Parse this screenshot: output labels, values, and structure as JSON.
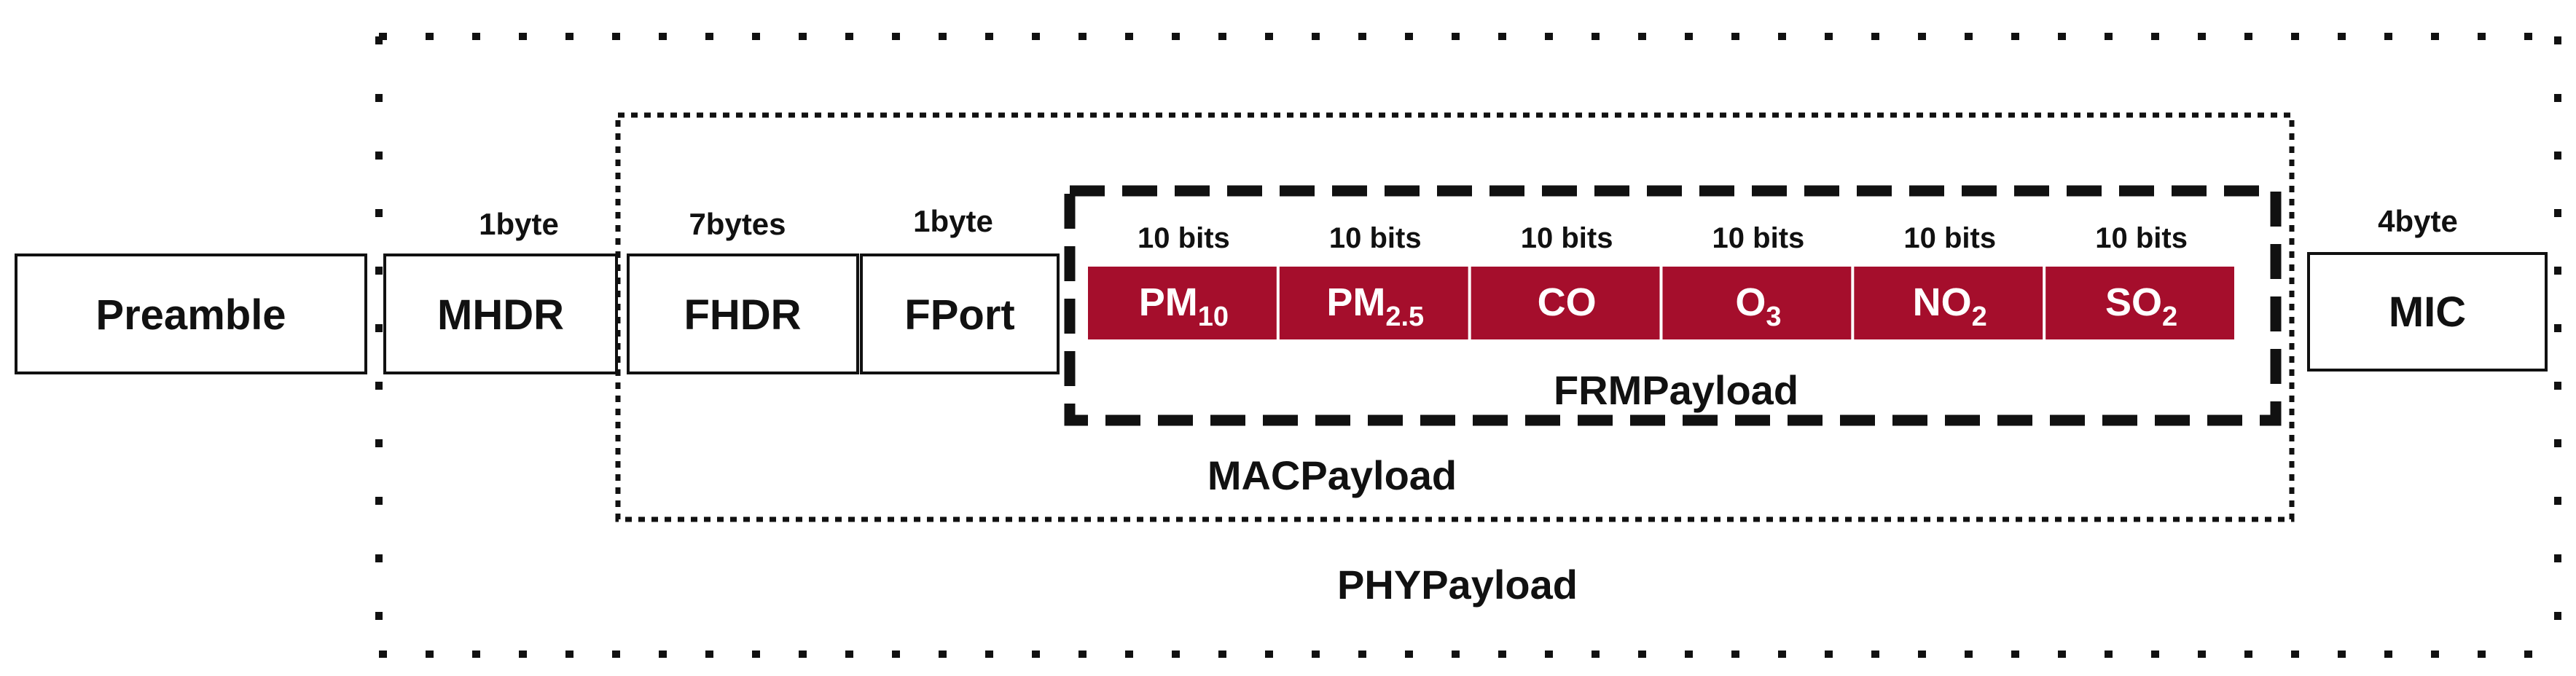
{
  "preamble": "Preamble",
  "fields": {
    "mhdr": {
      "name": "MHDR",
      "size": "1byte"
    },
    "fhdr": {
      "name": "FHDR",
      "size": "7bytes"
    },
    "fport": {
      "name": "FPort",
      "size": "1byte"
    },
    "mic": {
      "name": "MIC",
      "size": "4byte"
    }
  },
  "frm_payload": {
    "label": "FRMPayload",
    "sensors": [
      {
        "name": "PM",
        "sub": "10",
        "bits": "10 bits"
      },
      {
        "name": "PM",
        "sub": "2.5",
        "bits": "10 bits"
      },
      {
        "name": "CO",
        "sub": "",
        "bits": "10 bits"
      },
      {
        "name": "O",
        "sub": "3",
        "bits": "10 bits"
      },
      {
        "name": "NO",
        "sub": "2",
        "bits": "10 bits"
      },
      {
        "name": "SO",
        "sub": "2",
        "bits": "10 bits"
      }
    ]
  },
  "mac_payload": {
    "label": "MACPayload"
  },
  "phy_payload": {
    "label": "PHYPayload"
  },
  "colors": {
    "sensor_fill": "#a50e2c",
    "stroke": "#111111",
    "background": "#ffffff"
  }
}
